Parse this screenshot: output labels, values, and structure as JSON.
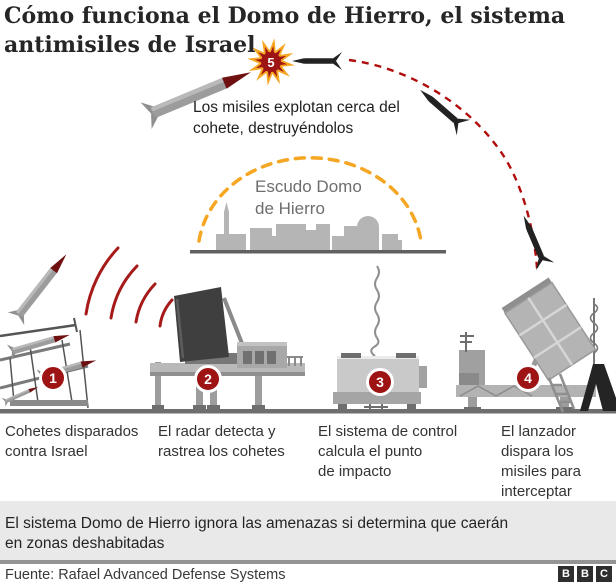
{
  "title": "Cómo funciona el Domo de Hierro, el sistema\nantimisiles de Israel",
  "interception": {
    "number": "5",
    "caption": "Los misiles explotan cerca del\ncohete, destruyéndolos"
  },
  "shield": {
    "label": "Escudo Domo\nde Hierro"
  },
  "steps": [
    {
      "number": "1",
      "caption": "Cohetes disparados\ncontra Israel"
    },
    {
      "number": "2",
      "caption": "El radar detecta y\nrastrea los cohetes"
    },
    {
      "number": "3",
      "caption": "El sistema de control\ncalcula el punto\nde impacto"
    },
    {
      "number": "4",
      "caption": "El lanzador\ndispara los\nmisiles para\ninterceptar"
    }
  ],
  "note": "El sistema Domo de Hierro ignora las amenazas si determina que caerán\nen zonas deshabitadas",
  "footer": {
    "source": "Fuente: Rafael Advanced Defense Systems",
    "logo_letters": [
      "B",
      "B",
      "C"
    ]
  },
  "colors": {
    "badge_red": "#9e1414",
    "explosion_orange": "#f6a623",
    "explosion_inner_red": "#9e1414",
    "trajectory_red": "#b00c0c",
    "radar_wave_red": "#a61a1a",
    "dome_dash_orange": "#f5a623",
    "machine_gray": "#b4b4b4",
    "radar_panel_dark": "#3f3f3f",
    "skyline_gray": "#b5b5b5",
    "note_bar_bg": "#e9e9e9",
    "divider_gray": "#949494",
    "logo_bg": "#2e2e2e"
  }
}
